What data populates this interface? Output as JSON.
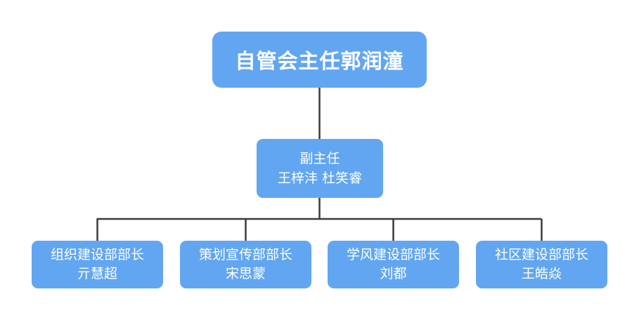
{
  "root": {
    "title": "自管会主任郭润潼"
  },
  "deputy": {
    "role": "副主任",
    "names": "王梓沣 杜笑睿"
  },
  "departments": [
    {
      "title": "组织建设部部长",
      "head": "亓慧超"
    },
    {
      "title": "策划宣传部部长",
      "head": "宋思蒙"
    },
    {
      "title": "学风建设部部长",
      "head": "刘都"
    },
    {
      "title": "社区建设部部长",
      "head": "王皓焱"
    }
  ],
  "colors": {
    "node_fill": "#62a6f1",
    "node_text": "#ffffff",
    "connector": "#3a3a3a"
  }
}
